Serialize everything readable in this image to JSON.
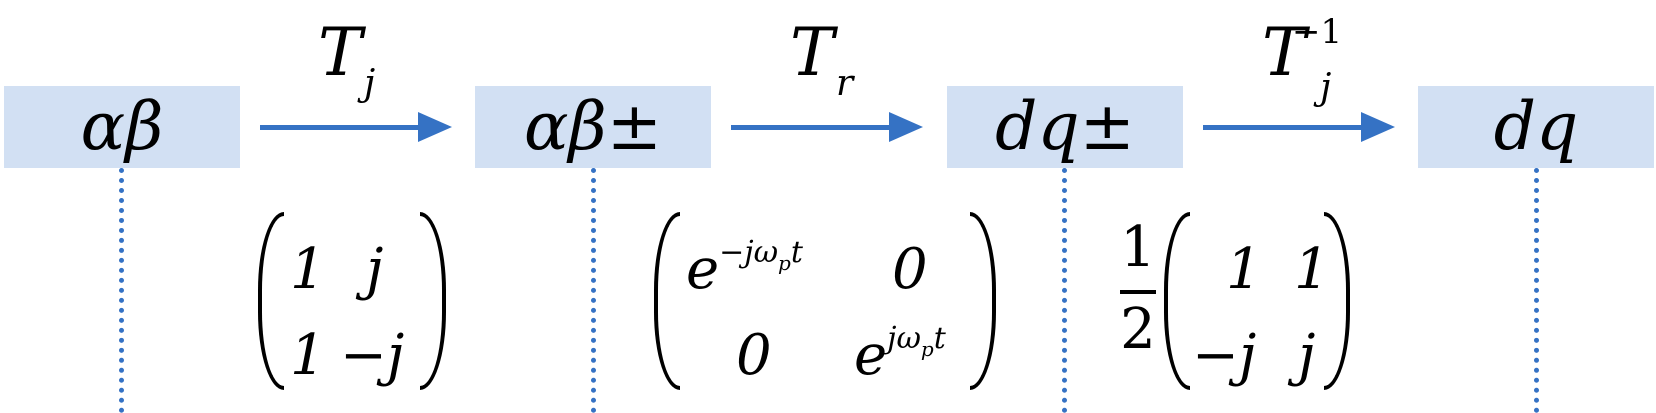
{
  "frames": {
    "alpha_beta": "αβ",
    "alpha_beta_pm": "αβ",
    "dq_pm": "dq",
    "dq": "dq",
    "pm_symbol": "±"
  },
  "transforms": {
    "tj": {
      "symbol": "T",
      "subscript": "j"
    },
    "tr": {
      "symbol": "T",
      "subscript": "r"
    },
    "tj_inv": {
      "symbol": "T",
      "subscript": "j",
      "superscript": "−1"
    }
  },
  "matrices": {
    "tj": {
      "a11": "1",
      "a12": "j",
      "a21": "1",
      "a22": "−j"
    },
    "tr": {
      "a11_base": "e",
      "a11_exp": "−jω",
      "a11_exp_sub": "p",
      "a11_exp_tail": "t",
      "a12": "0",
      "a21": "0",
      "a22_base": "e",
      "a22_exp": "jω",
      "a22_exp_sub": "p",
      "a22_exp_tail": "t"
    },
    "tj_inv": {
      "coef_num": "1",
      "coef_den": "2",
      "a11": "1",
      "a12": "1",
      "a21": "−j",
      "a22": "j"
    }
  },
  "colors": {
    "box_fill": "#d2e0f3",
    "arrow": "#3572c4",
    "dotted_line": "#3572c4"
  }
}
